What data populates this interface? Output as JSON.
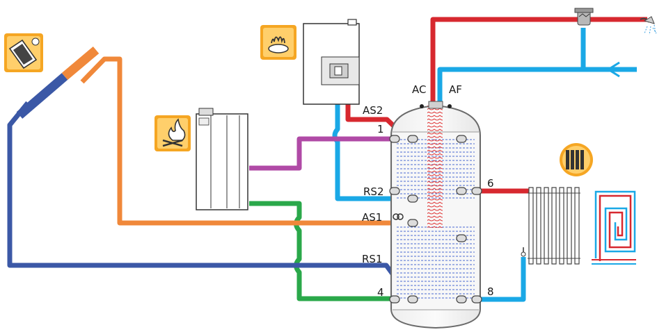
{
  "labels": {
    "ac": "AC",
    "af": "AF",
    "as2": "AS2",
    "port_1": "1",
    "rs2": "RS2",
    "as1": "AS1",
    "rs1": "RS1",
    "port_4": "4",
    "port_6": "6",
    "port_8": "8"
  },
  "icons": {
    "solar": "solar-panel-icon",
    "gas": "gas-flame-icon",
    "wood": "wood-fire-icon",
    "radiator": "radiator-icon",
    "shower": "shower-icon",
    "valve": "mixing-valve-icon"
  },
  "colors": {
    "hot_water": "#d7282f",
    "cold_water": "#1aa8e6",
    "solar_hot": "#f0883a",
    "solar_cold": "#3b58a6",
    "wood_boiler_flow": "#b04aa6",
    "wood_boiler_return": "#2aa84a",
    "icon_badge": "#f5a623"
  }
}
